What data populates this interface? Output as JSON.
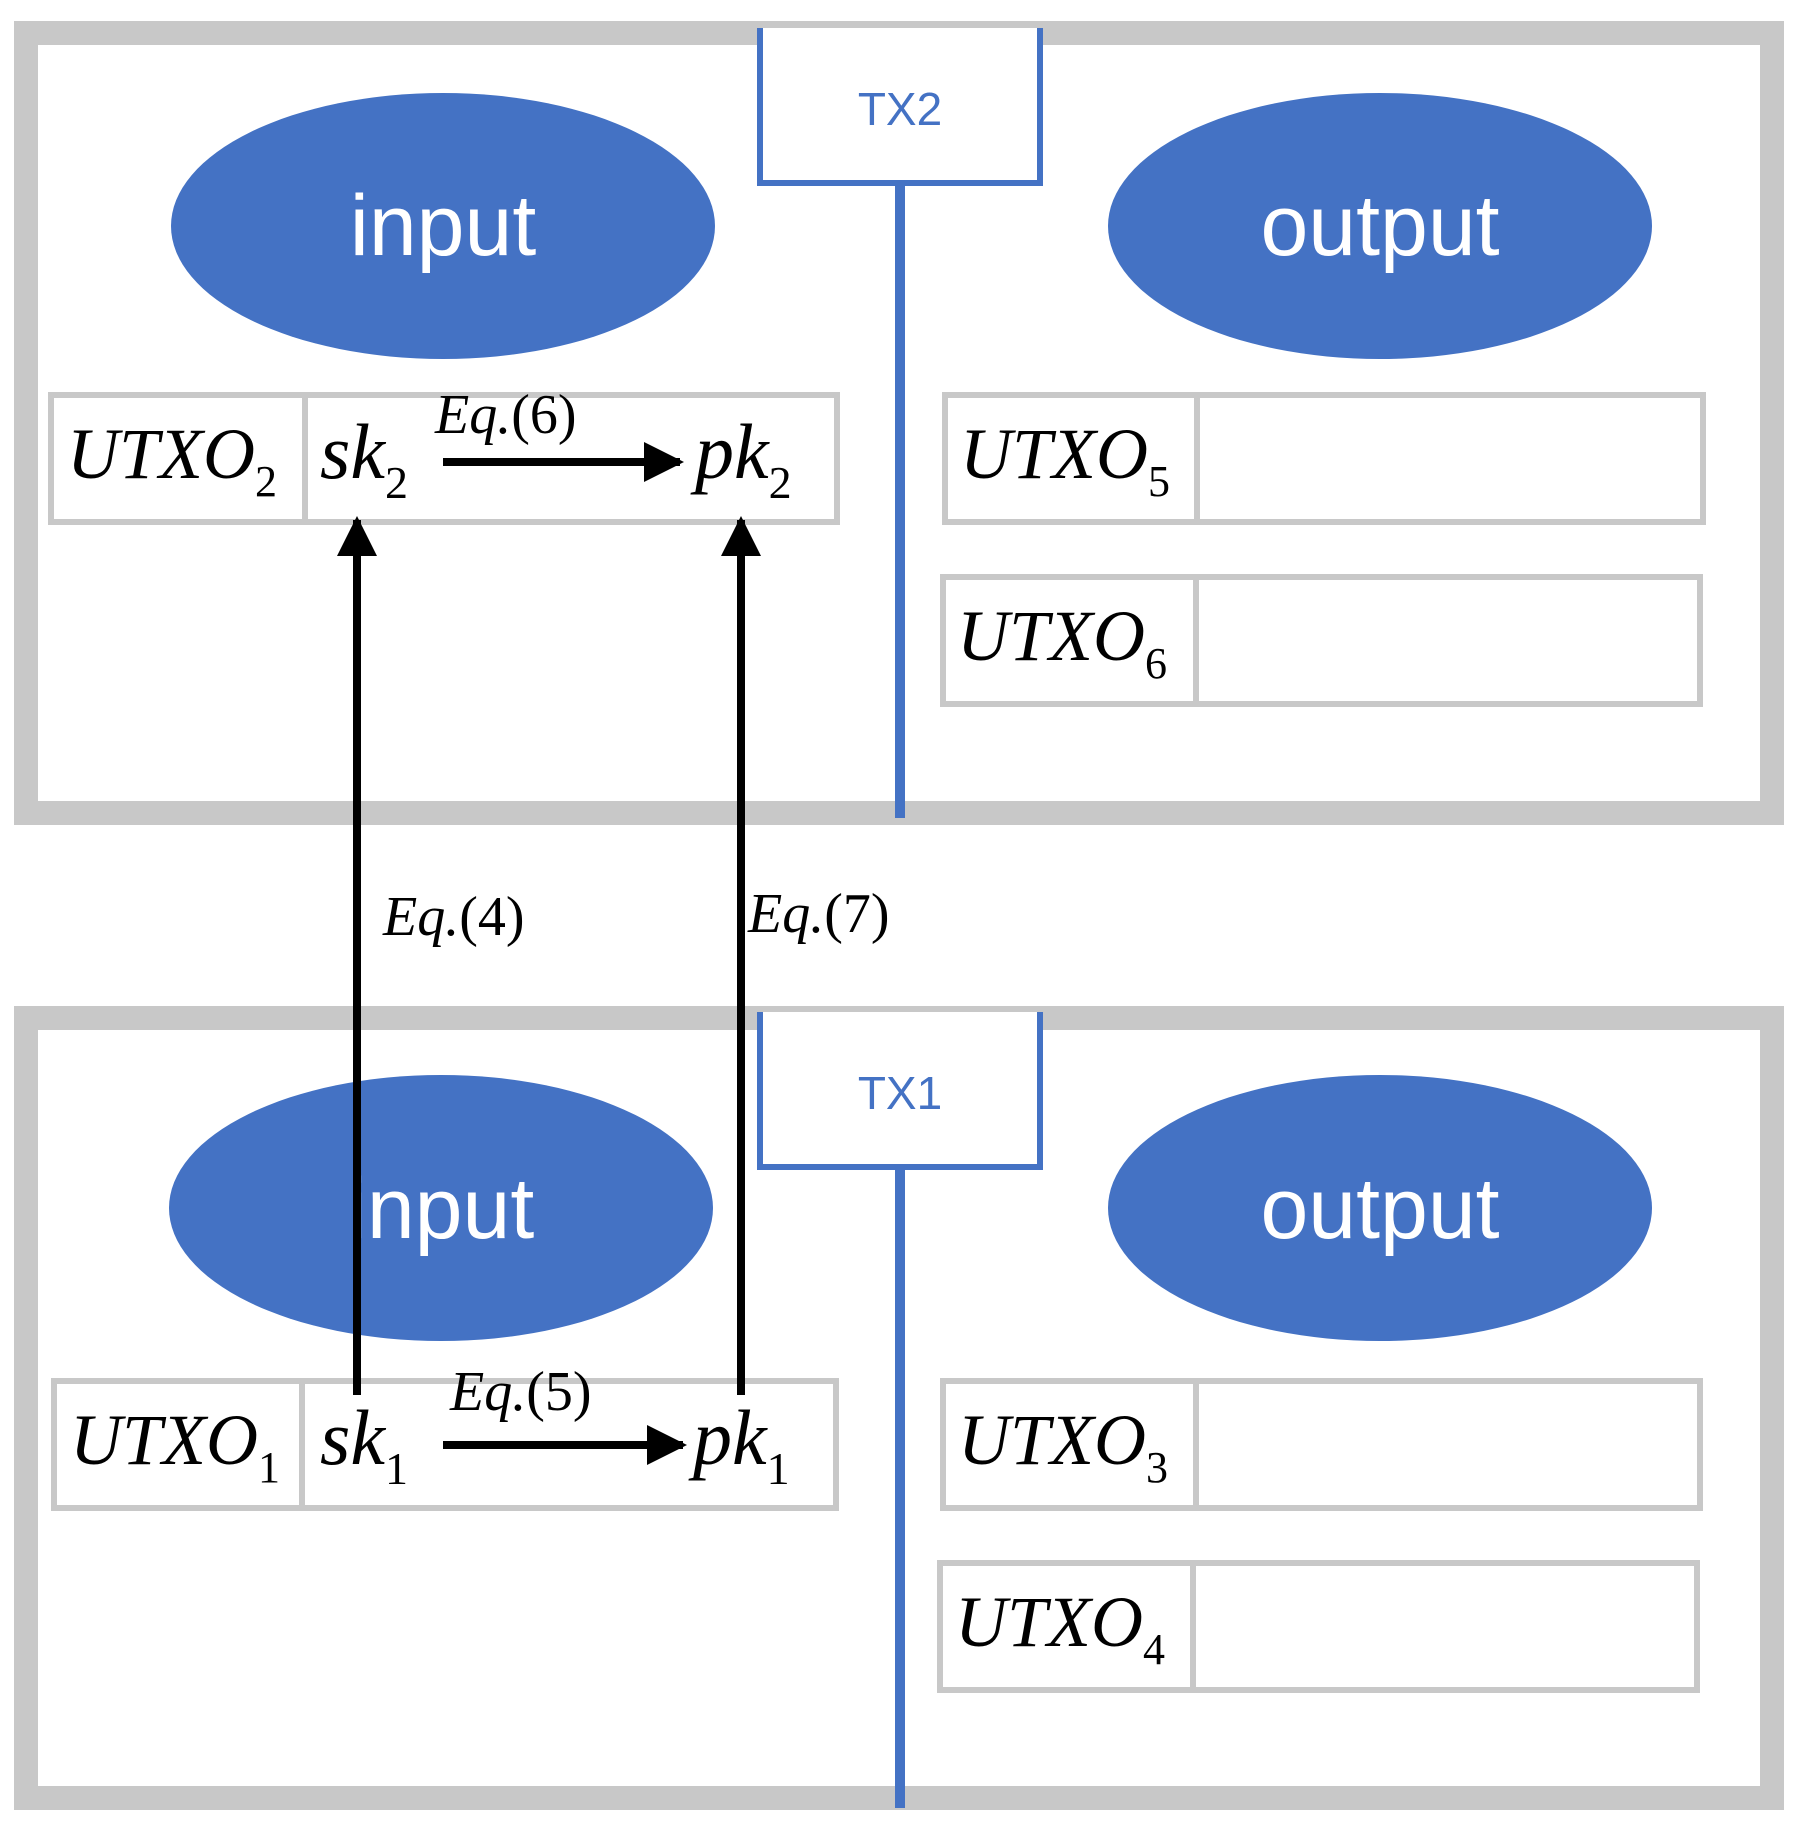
{
  "colors": {
    "frame": "#c8c8c8",
    "accent": "#4472c4",
    "ellipse_text": "#ffffff",
    "arrow": "#000000",
    "text": "#000000"
  },
  "transactions": {
    "tx2": {
      "label": "TX2",
      "input_label": "input",
      "output_label": "output",
      "input_cells": {
        "utxo": "UTXO",
        "utxo_sub": "2",
        "sk": "sk",
        "sk_sub": "2",
        "pk": "pk",
        "pk_sub": "2"
      },
      "eq_label": "Eq.",
      "eq_num": "(6)",
      "outputs": [
        {
          "utxo": "UTXO",
          "sub": "5"
        },
        {
          "utxo": "UTXO",
          "sub": "6"
        }
      ]
    },
    "tx1": {
      "label": "TX1",
      "input_label": "input",
      "output_label": "output",
      "input_cells": {
        "utxo": "UTXO",
        "utxo_sub": "1",
        "sk": "sk",
        "sk_sub": "1",
        "pk": "pk",
        "pk_sub": "1"
      },
      "eq_label": "Eq.",
      "eq_num": "(5)",
      "outputs": [
        {
          "utxo": "UTXO",
          "sub": "3"
        },
        {
          "utxo": "UTXO",
          "sub": "4"
        }
      ]
    }
  },
  "links": {
    "sk_link": {
      "eq_label": "Eq.",
      "eq_num": "(4)"
    },
    "pk_link": {
      "eq_label": "Eq.",
      "eq_num": "(7)"
    }
  }
}
